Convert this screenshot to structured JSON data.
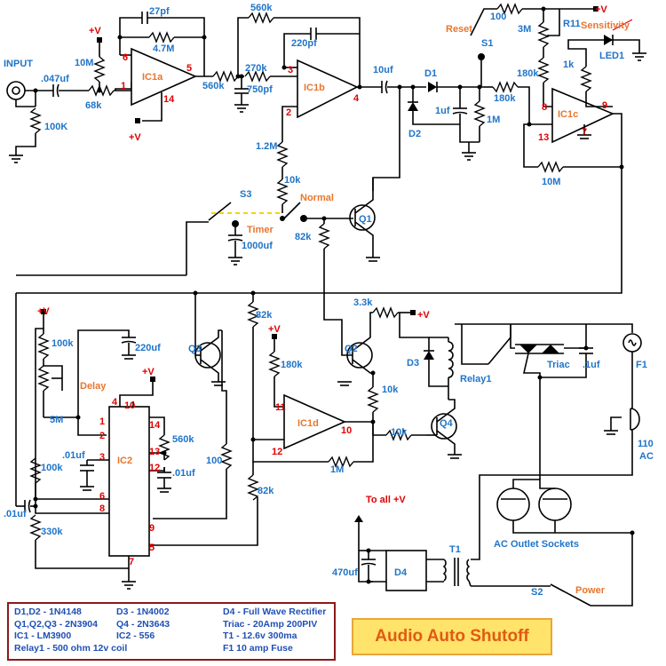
{
  "title": "Audio Auto Shutoff",
  "labels": {
    "input": "INPUT",
    "c_in": ".047uf",
    "r_in_10m": "10M",
    "r_in_68k": "68k",
    "r_in_100k": "100K",
    "vplus": "+V",
    "c_27pf": "27pf",
    "r_47m": "4.7M",
    "ic1a": "IC1a",
    "r_560k_a": "560k",
    "r_560k_top": "560k",
    "r_270k": "270k",
    "c_750pf": "750pf",
    "c_220pf": "220pf",
    "ic1b": "IC1b",
    "c_10uf": "10uf",
    "d1": "D1",
    "d2": "D2",
    "c_1uf": "1uf",
    "r_1m": "1M",
    "r_180k_a": "180k",
    "r_180k_b": "180k",
    "reset": "Reset",
    "r_100": "100",
    "r_3m": "3M",
    "r11": "R11",
    "sensitivity": "Sensitivity",
    "s1": "S1",
    "r_1k": "1k",
    "led1": "LED1",
    "ic1c": "IC1c",
    "r_10m_fb": "10M",
    "r_12m": "1.2M",
    "r_10k_a": "10k",
    "s3": "S3",
    "normal": "Normal",
    "timer": "Timer",
    "c_1000uf": "1000uf",
    "r_82k_a": "82k",
    "q1": "Q1",
    "r_82k_b": "82k",
    "r_100k_a": "100k",
    "c_220uf": "220uf",
    "q3": "Q3",
    "delay": "Delay",
    "r_5m": "5M",
    "c_01uf_a": ".01uf",
    "ic2": "IC2",
    "r_560k_b": "560k",
    "c_01uf_b": ".01uf",
    "r_100_b": "100",
    "r_100k_b": "100k",
    "c_01uf_c": ".01uf",
    "r_330k": "330k",
    "r_33k": "3.3k",
    "q2": "Q2",
    "d3": "D3",
    "relay1": "Relay1",
    "r_10k_b": "10k",
    "r_180k_c": "180k",
    "ic1d": "IC1d",
    "r_10k_c": "10k",
    "q4": "Q4",
    "r_1m_b": "1M",
    "r_82k_c": "82k",
    "triac": "Triac",
    "c_1uf_b": ".1uf",
    "f1": "F1",
    "ac_110": "110",
    "ac": "AC",
    "ac_outlets": "AC Outlet Sockets",
    "to_all_v": "To all +V",
    "c_470uf": "470uf",
    "d4": "D4",
    "t1": "T1",
    "s2": "S2",
    "power": "Power",
    "pins": {
      "p6": "6",
      "p1": "1",
      "p5": "5",
      "p14": "14",
      "p3": "3",
      "p2": "2",
      "p4": "4",
      "p8": "8",
      "p13": "13",
      "p9": "9",
      "p7": "7",
      "p11": "11",
      "p12": "12",
      "p10": "10",
      "i4": "4",
      "i10": "10",
      "i14": "14",
      "i1": "1",
      "i2": "2",
      "i3": "3",
      "i13": "13",
      "i12": "12",
      "i6": "6",
      "i8": "8",
      "i9": "9",
      "i5": "5",
      "i7": "7"
    }
  },
  "legend": [
    [
      "D1,D2 - 1N4148",
      "D3 - 1N4002",
      "D4 - Full Wave Rectifier"
    ],
    [
      "Q1,Q2,Q3 - 2N3904",
      "Q4 - 2N3643",
      "Triac - 20Amp 200PIV"
    ],
    [
      "IC1 - LM3900",
      "IC2 - 556",
      "T1 - 12.6v 300ma"
    ],
    [
      "Relay1 - 500 ohm 12v coil",
      "",
      "F1 10 amp Fuse"
    ]
  ],
  "colors": {
    "value_text": "#1f74c9",
    "pin_text": "#e00000",
    "control_text": "#e8762e",
    "legend_border": "#8b1a1a",
    "title_bg": "#ffe36a",
    "title_text": "#e05a14"
  }
}
